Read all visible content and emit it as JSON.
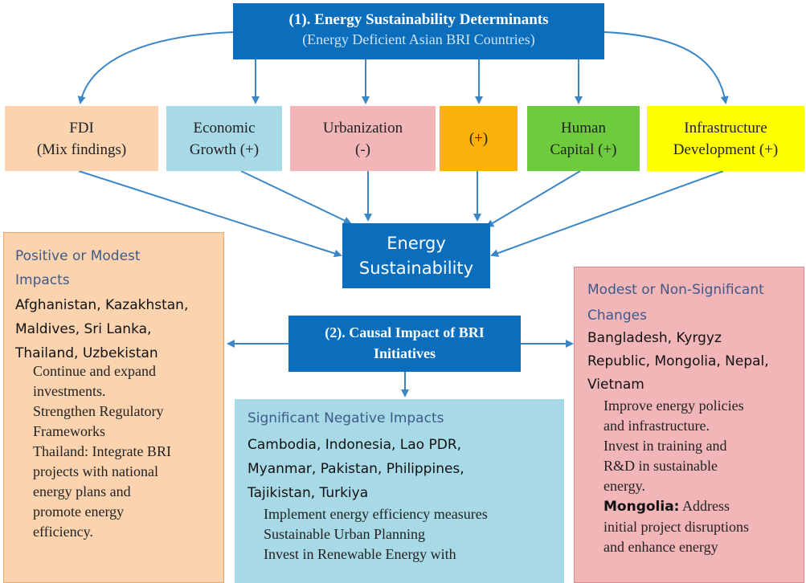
{
  "header": {
    "title": "(1). Energy Sustainability Determinants",
    "subtitle": "(Energy Deficient Asian BRI Countries)"
  },
  "determinants": {
    "fdi": [
      "FDI",
      "(Mix findings)"
    ],
    "economic_growth": [
      "Economic",
      "Growth (+)"
    ],
    "urbanization": [
      "Urbanization",
      "(-)"
    ],
    "plus": [
      "(+)"
    ],
    "human_capital": [
      "Human",
      "Capital (+)"
    ],
    "infrastructure": [
      "Infrastructure",
      "Development (+)"
    ]
  },
  "energy_sustainability": [
    "Energy",
    "Sustainability"
  ],
  "causal_impact": [
    "(2). Causal Impact of BRI",
    "Initiatives"
  ],
  "left_panel": {
    "heading": [
      "Positive or Modest",
      "Impacts"
    ],
    "countries": [
      "Afghanistan, Kazakhstan,",
      "Maldives, Sri Lanka,",
      "Thailand, Uzbekistan"
    ],
    "recommendations": [
      "Continue and expand",
      "investments.",
      "Strengthen Regulatory",
      "Frameworks",
      "Thailand: Integrate BRI",
      "projects with national",
      "energy plans and",
      "promote energy",
      "efficiency."
    ]
  },
  "center_panel": {
    "heading": "Significant Negative Impacts",
    "countries": [
      "Cambodia, Indonesia, Lao PDR,",
      "Myanmar, Pakistan, Philippines,",
      "Tajikistan, Turkiya"
    ],
    "recommendations": [
      "Implement energy efficiency measures",
      "Sustainable Urban Planning",
      "Invest in Renewable Energy with"
    ]
  },
  "right_panel": {
    "heading": [
      "Modest or Non-Significant",
      "Changes"
    ],
    "countries": [
      "Bangladesh, Kyrgyz",
      "Republic, Mongolia, Nepal,",
      "Vietnam"
    ],
    "recommendations": [
      "Improve energy policies",
      "and infrastructure.",
      "Invest in training and",
      "R&D in sustainable",
      "energy."
    ],
    "mongolia_label": "Mongolia:",
    "mongolia_text": [
      "Address",
      "initial project disruptions",
      "and enhance energy"
    ]
  },
  "colors": {
    "primary_blue": "#0a6ebd",
    "fdi": "#fbd3ae",
    "economic_growth": "#a8d9e6",
    "urbanization": "#f2b6b8",
    "plus": "#fbb10a",
    "human_capital": "#6ecb3e",
    "infrastructure": "#ffff00",
    "arrow": "#3b86c6"
  }
}
